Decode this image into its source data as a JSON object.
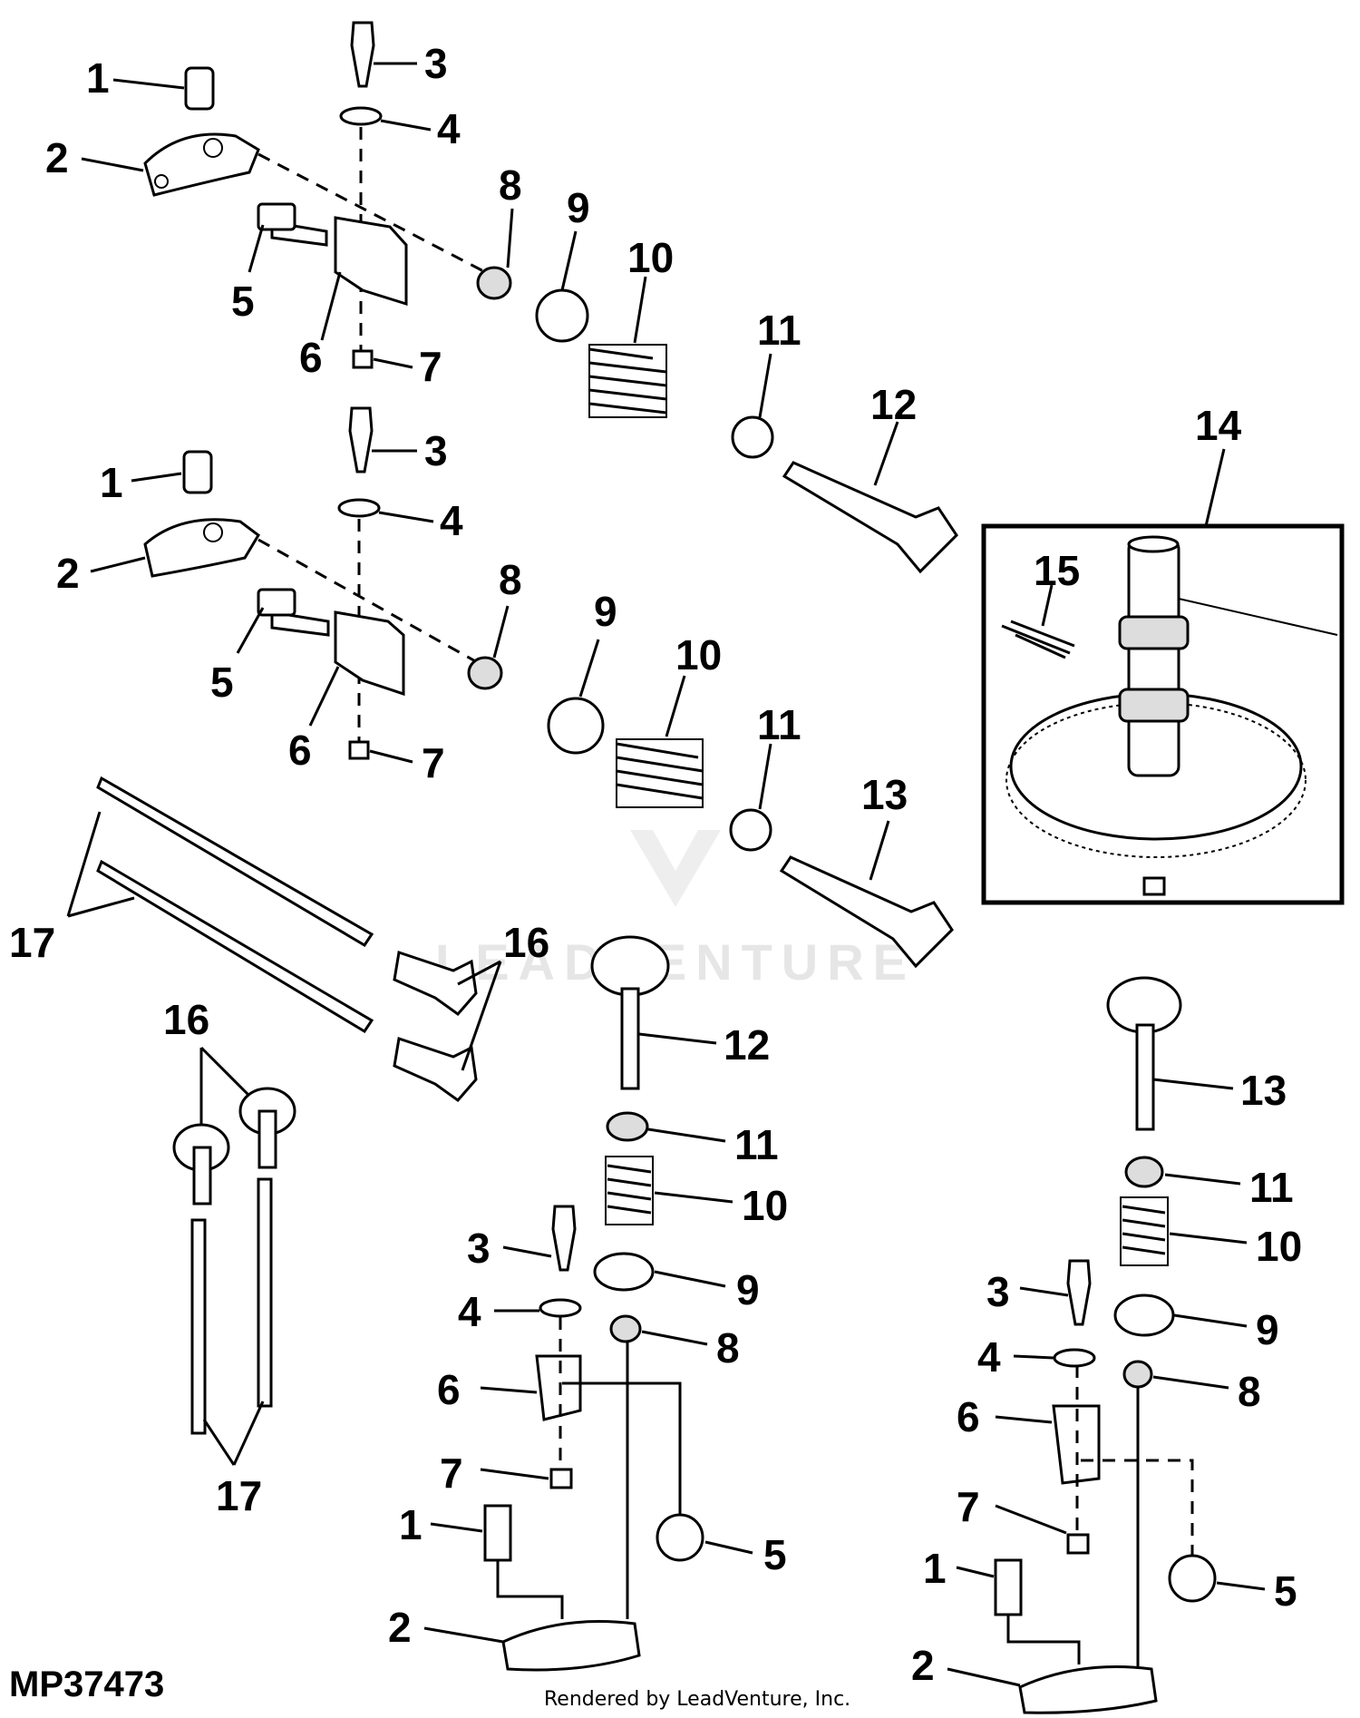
{
  "figure_id": "MP37473",
  "credit": "Rendered by LeadVenture, Inc.",
  "watermark": "LEADVENTURE",
  "callouts": {
    "a1": "1",
    "a2": "2",
    "a3": "3",
    "a4": "4",
    "a5": "5",
    "a6": "6",
    "a7": "7",
    "a8": "8",
    "a9": "9",
    "a10": "10",
    "a11": "11",
    "a12": "12",
    "b1": "1",
    "b2": "2",
    "b3": "3",
    "b4": "4",
    "b5": "5",
    "b6": "6",
    "b7": "7",
    "b8": "8",
    "b9": "9",
    "b10": "10",
    "b11": "11",
    "b13": "13",
    "c14": "14",
    "c15": "15",
    "d16a": "16",
    "d16b": "16",
    "d17a": "17",
    "d17b": "17",
    "e12": "12",
    "e11": "11",
    "e10": "10",
    "e9": "9",
    "e3": "3",
    "e4": "4",
    "e8": "8",
    "e6": "6",
    "e7": "7",
    "e1": "1",
    "e5": "5",
    "e2": "2",
    "f13": "13",
    "f11": "11",
    "f10": "10",
    "f9": "9",
    "f3": "3",
    "f4": "4",
    "f8": "8",
    "f6": "6",
    "f7": "7",
    "f1": "1",
    "f5": "5",
    "f2": "2"
  }
}
